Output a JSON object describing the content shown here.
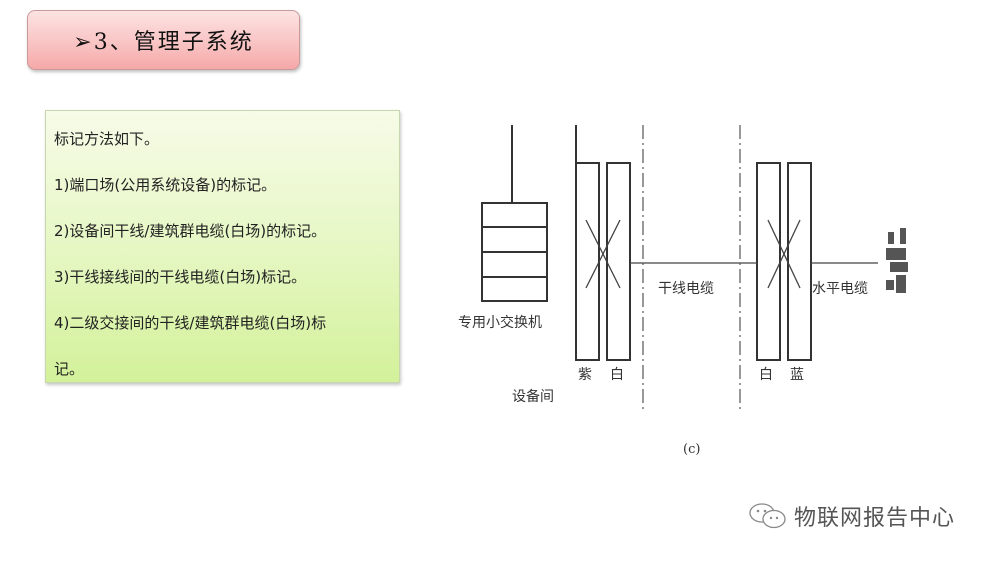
{
  "header": {
    "title": "➢3、管理子系统"
  },
  "notes": {
    "lines": [
      "标记方法如下。",
      "1)端口场(公用系统设备)的标记。",
      "2)设备间干线/建筑群电缆(白场)的标记。",
      "3)干线接线间的干线电缆(白场)标记。",
      "4)二级交接间的干线/建筑群电缆(白场)标",
      "记。"
    ]
  },
  "diagram": {
    "pbx_label": "专用小交换机",
    "field_left_1": "紫",
    "field_left_2": "白",
    "room_label": "设备间",
    "trunk_cable_label": "干线电缆",
    "field_right_1": "白",
    "field_right_2": "蓝",
    "horizontal_cable_label": "水平电缆",
    "caption": "(c)",
    "terminal_icon": "telephone-icon"
  },
  "footer": {
    "brand_icon": "wechat-icon",
    "brand_text": "物联网报告中心"
  }
}
